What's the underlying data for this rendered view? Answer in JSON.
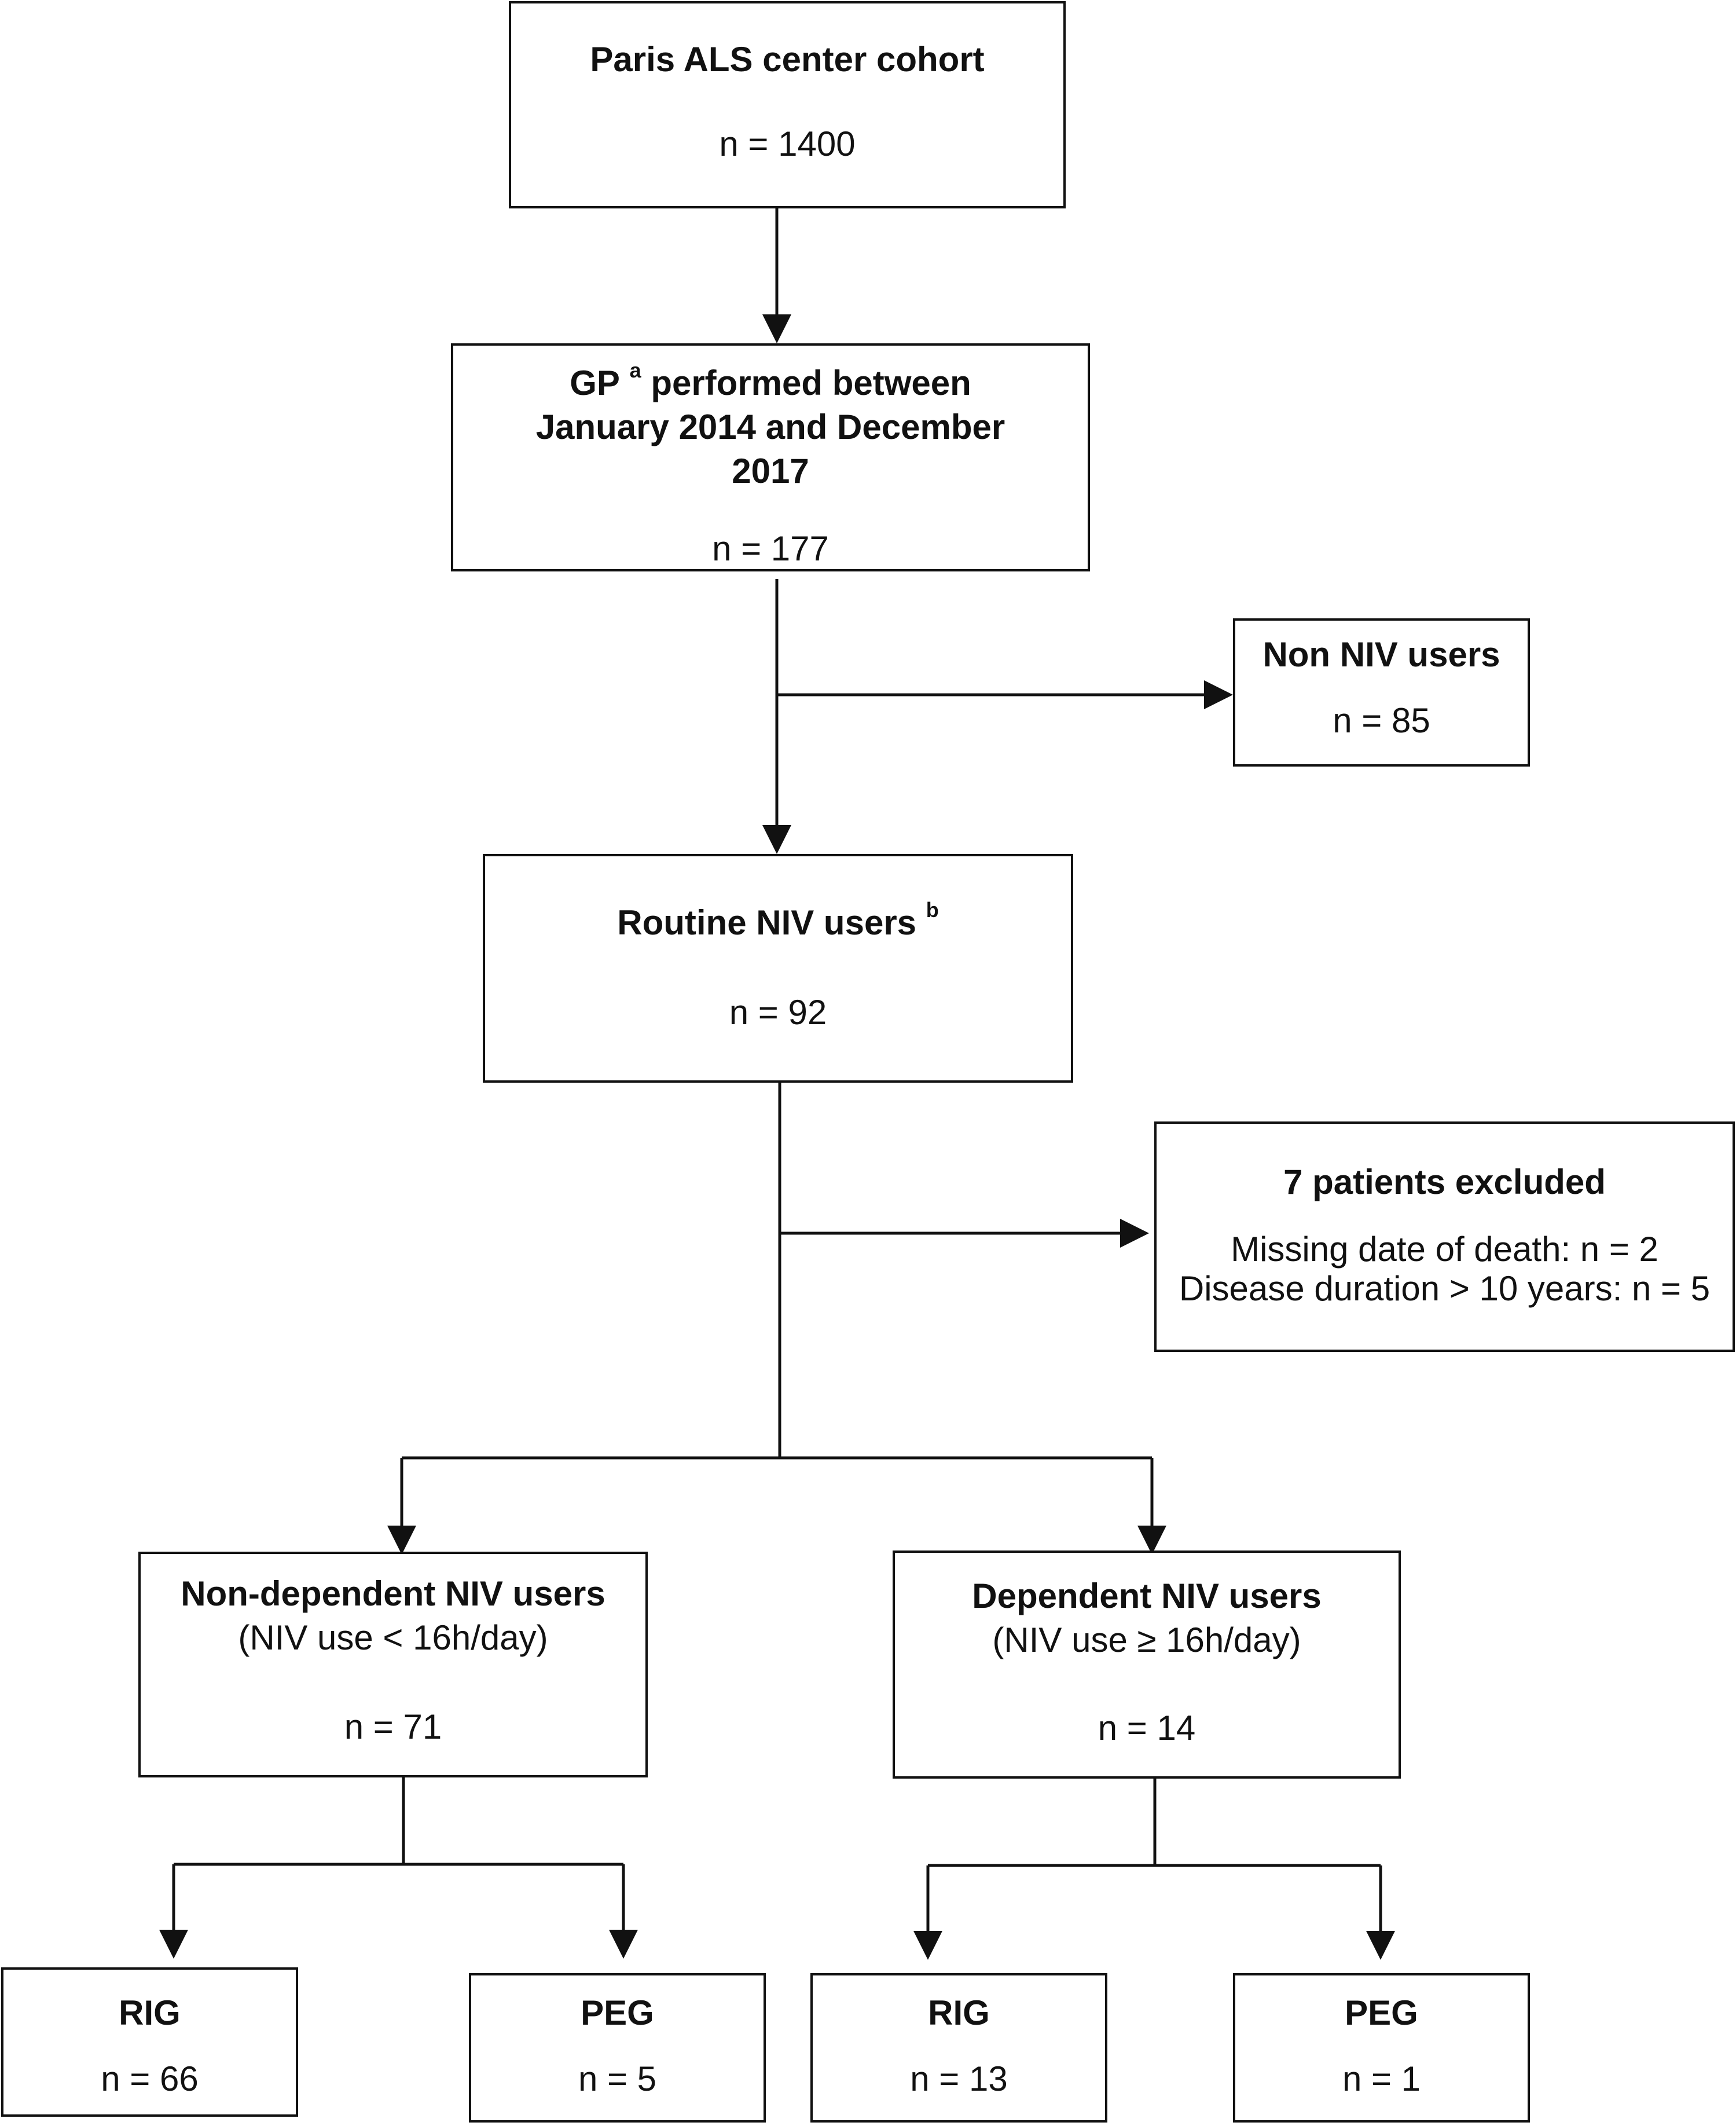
{
  "boxes": {
    "cohort": {
      "title": "Paris ALS center cohort",
      "n": "n = 1400"
    },
    "gp": {
      "title_prefix": "GP",
      "title_sup": "a",
      "title_suffix": "performed between",
      "title_line2": "January 2014 and December",
      "title_line3": "2017",
      "n": "n = 177"
    },
    "non_niv": {
      "title": "Non NIV users",
      "n": "n = 85"
    },
    "routine": {
      "title": "Routine NIV users",
      "title_sup": "b",
      "n": "n = 92"
    },
    "excluded": {
      "title": "7 patients excluded",
      "line1": "Missing date of death: n = 2",
      "line2": "Disease duration > 10 years: n = 5"
    },
    "non_dependent": {
      "title": "Non-dependent NIV users",
      "subtitle": "(NIV use < 16h/day)",
      "n": "n = 71"
    },
    "dependent": {
      "title": "Dependent NIV users",
      "subtitle": "(NIV use ≥ 16h/day)",
      "n": "n = 14"
    },
    "rig_nd": {
      "title": "RIG",
      "n": "n = 66"
    },
    "peg_nd": {
      "title": "PEG",
      "n": "n = 5"
    },
    "rig_d": {
      "title": "RIG",
      "n": "n = 13"
    },
    "peg_d": {
      "title": "PEG",
      "n": "n = 1"
    }
  }
}
